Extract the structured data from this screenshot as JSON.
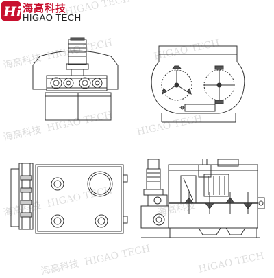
{
  "brand": {
    "logo_text": "Hi",
    "name_cn": "海高科技",
    "name_en": "HIGAO TECH",
    "color": "#c8102e"
  },
  "watermark": {
    "text_cn": "海高科技",
    "text_en": "HIGAO TECH"
  },
  "views": [
    {
      "name": "front-elevation"
    },
    {
      "name": "side-section"
    },
    {
      "name": "top-plan"
    },
    {
      "name": "side-elevation-with-motor"
    }
  ]
}
